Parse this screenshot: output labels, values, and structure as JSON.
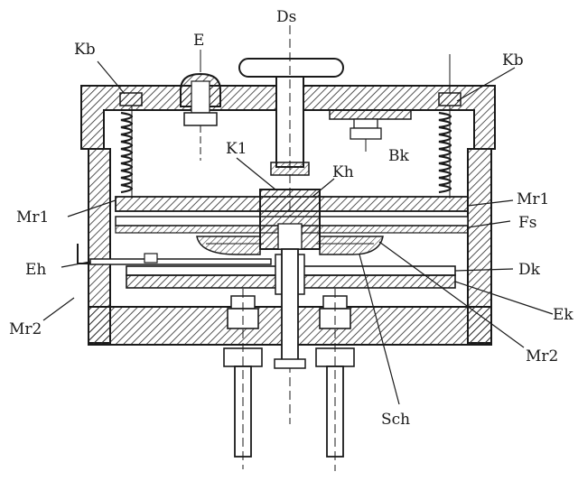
{
  "labels": {
    "kb_left": "Kb",
    "e": "E",
    "ds": "Ds",
    "kb_right": "Kb",
    "k1": "K1",
    "kh": "Kh",
    "bk": "Bk",
    "mr1_left": "Mr1",
    "mr1_right": "Mr1",
    "fs": "Fs",
    "eh": "Eh",
    "dk": "Dk",
    "mr2_left": "Mr2",
    "ek": "Ek",
    "mr2_right": "Mr2",
    "sch": "Sch"
  },
  "colors": {
    "ink": "#1a1a1a",
    "paper": "#ffffff",
    "hatch": "#2a2a2a"
  }
}
